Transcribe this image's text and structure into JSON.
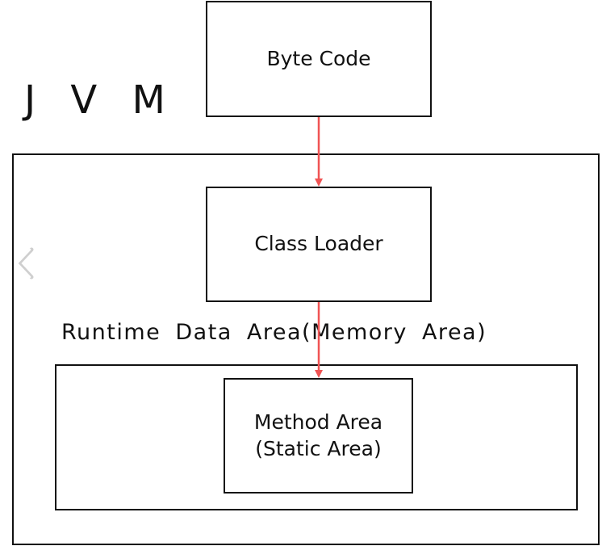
{
  "title": "J V M",
  "boxes": {
    "byte_code": "Byte Code",
    "class_loader": "Class Loader",
    "method_area_line1": "Method Area",
    "method_area_line2": "(Static Area)"
  },
  "runtime_label": "Runtime  Data  Area(Memory  Area)",
  "colors": {
    "arrow": "#f05454",
    "border": "#111111"
  },
  "icons": {
    "nav_prev": "chevron-left-icon"
  }
}
